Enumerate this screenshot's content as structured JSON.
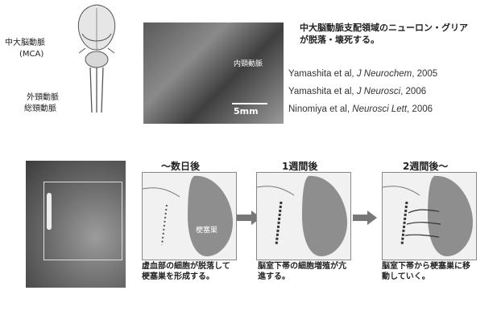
{
  "top": {
    "labels": {
      "mca": "中大脳動脈",
      "mca_abbr": "(MCA)",
      "ext_carotid": "外頸動脈",
      "common_carotid": "総頸動脈"
    },
    "photo": {
      "label_internal": "内頸動脈",
      "scale": "5mm"
    },
    "description": [
      "中大脳動脈支配領域のニューロン・グリア",
      "が脱落・壊死する。"
    ],
    "references": [
      {
        "authors": "Yamashita et al, ",
        "journal": "J Neurochem",
        "year": ", 2005"
      },
      {
        "authors": "Yamashita et al, ",
        "journal": "J Neurosci",
        "year": ", 2006"
      },
      {
        "authors": "Ninomiya et al, ",
        "journal": "Neurosci Lett",
        "year": ", 2006"
      }
    ]
  },
  "bottom": {
    "panels": [
      {
        "title": "〜数日後",
        "caption": [
          "虚血部の細胞が脱落して",
          "梗塞巣を形成する。"
        ],
        "infarct_label": "梗塞巣"
      },
      {
        "title": "1週間後",
        "caption": [
          "脳室下帯の細胞増殖が亢",
          "進する。"
        ]
      },
      {
        "title": "2週間後〜",
        "caption": [
          "脳室下帯から梗塞巣に移",
          "動していく。"
        ]
      }
    ]
  }
}
